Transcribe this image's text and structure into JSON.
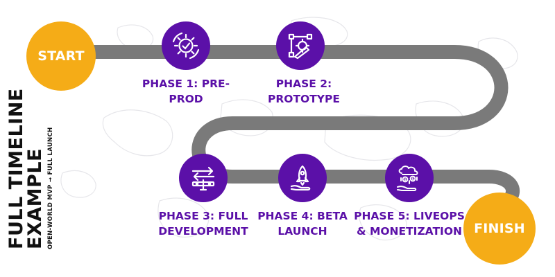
{
  "colors": {
    "accent_purple": "#5b10a8",
    "badge_orange": "#f5ac17",
    "road_gray": "#7a7a7a",
    "title_black": "#111111"
  },
  "start_label": "START",
  "finish_label": "FINISH",
  "title": {
    "line1": "FULL TIMELINE",
    "line2": "EXAMPLE",
    "subtitle": "OPEN-WORLD MVP → FULL LAUNCH"
  },
  "phases": [
    {
      "line1": "PHASE 1: PRE-",
      "line2": "PROD",
      "icon": "gear-check-icon"
    },
    {
      "line1": "PHASE 2:",
      "line2": "PROTOTYPE",
      "icon": "design-tools-icon"
    },
    {
      "line1": "PHASE 3: FULL",
      "line2": "DEVELOPMENT",
      "icon": "build-arrows-icon"
    },
    {
      "line1": "PHASE 4: BETA",
      "line2": "LAUNCH",
      "icon": "rocket-icon"
    },
    {
      "line1": "PHASE 5: LIVEOPS",
      "line2": "& MONETIZATION",
      "icon": "money-rain-icon"
    }
  ]
}
